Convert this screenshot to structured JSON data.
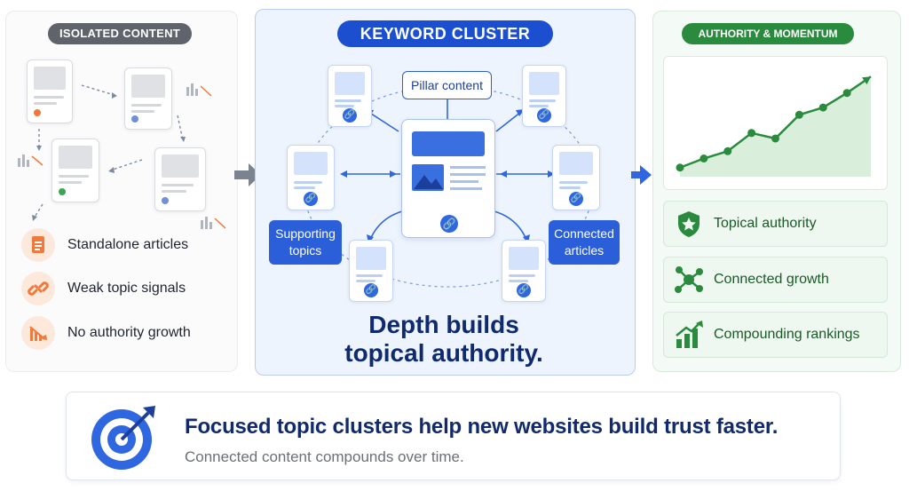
{
  "left": {
    "title": "ISOLATED CONTENT",
    "items": [
      {
        "label": "Standalone articles",
        "icon": "document-icon"
      },
      {
        "label": "Weak topic signals",
        "icon": "broken-link-icon"
      },
      {
        "label": "No authority growth",
        "icon": "declining-chart-icon"
      }
    ]
  },
  "middle": {
    "title": "KEYWORD CLUSTER",
    "pillar_label": "Pillar content",
    "supporting_label_line1": "Supporting",
    "supporting_label_line2": "topics",
    "connected_label_line1": "Connected",
    "connected_label_line2": "articles",
    "tagline_line1": "Depth builds",
    "tagline_line2": "topical authority."
  },
  "right": {
    "title": "AUTHORITY & MOMENTUM",
    "cards": [
      {
        "label": "Topical authority",
        "icon": "shield-star-icon"
      },
      {
        "label": "Connected growth",
        "icon": "network-nodes-icon"
      },
      {
        "label": "Compounding rankings",
        "icon": "growth-bars-icon"
      }
    ]
  },
  "bottom": {
    "main": "Focused topic clusters help new websites build trust faster.",
    "sub": "Connected content compounds over time.",
    "icon": "target-icon"
  },
  "colors": {
    "primary_blue": "#1c4fcf",
    "green": "#2a8a3d",
    "gray": "#5f646c",
    "orange": "#f07a3c",
    "navy": "#102a6c"
  },
  "chart_data": {
    "type": "line",
    "x": [
      1,
      2,
      3,
      4,
      5,
      6,
      7,
      8,
      9
    ],
    "values": [
      1.0,
      2.0,
      2.8,
      4.8,
      4.2,
      6.8,
      7.6,
      9.2,
      11.0
    ],
    "title": "",
    "xlabel": "",
    "ylabel": "",
    "ylim": [
      0,
      12
    ],
    "grid": false,
    "trend": "upward with arrow"
  }
}
